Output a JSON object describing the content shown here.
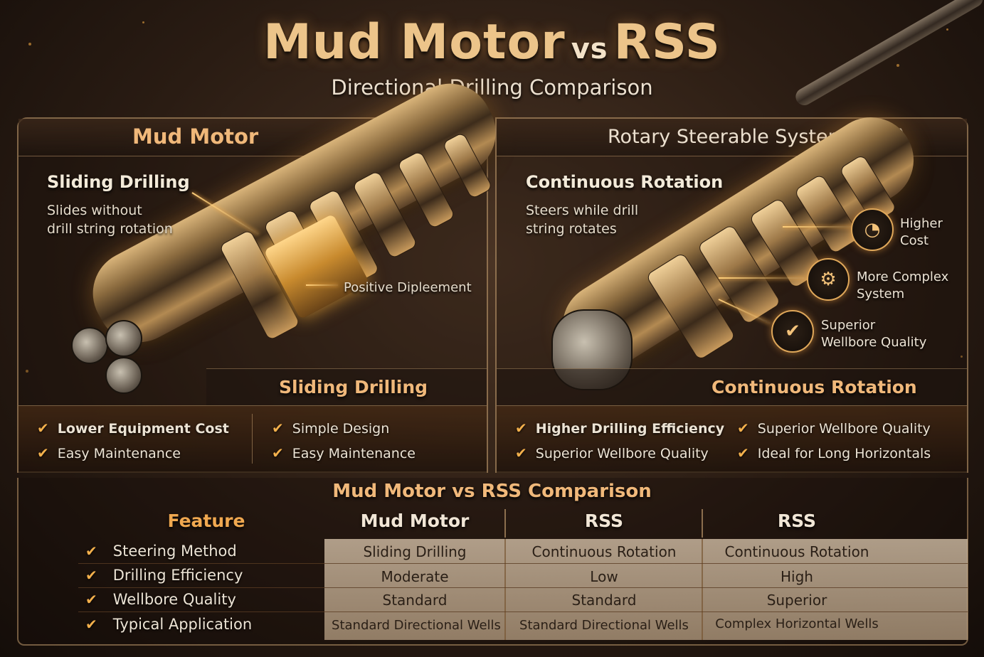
{
  "header": {
    "title_left": "Mud Motor",
    "title_vs": "vs",
    "title_right": "RSS",
    "subtitle": "Directional Drilling Comparison"
  },
  "mud_motor": {
    "heading": "Mud Motor",
    "callout_title": "Sliding Drilling",
    "callout_text_1": "Slides without",
    "callout_text_2": "drill string rotation",
    "leader_label": "Positive Dipleement",
    "footer_label": "Sliding Drilling",
    "benefits": [
      "Lower Equipment Cost",
      "Easy Maintenance",
      "Simple Design",
      "Easy Maintenance"
    ]
  },
  "rss": {
    "heading": "Rotary Steerable System (RSS)",
    "callout_title": "Continuous Rotation",
    "callout_text_1": "Steers while drill",
    "callout_text_2": "string rotates",
    "footer_label": "Continuous Rotation",
    "icons": [
      {
        "icon": "gauge-icon",
        "line1": "Higher",
        "line2": "Cost"
      },
      {
        "icon": "complex-system-icon",
        "line1": "More Complex",
        "line2": "System"
      },
      {
        "icon": "wellbore-quality-icon",
        "line1": "Superior",
        "line2": "Wellbore Quality"
      }
    ],
    "benefits": [
      "Higher Drilling Efficiency",
      "Superior Wellbore Quality",
      "Superior Wellbore Quality",
      "Ideal for Long Horizontals"
    ]
  },
  "comparison": {
    "title": "Mud Motor vs RSS Comparison",
    "headers": [
      "Feature",
      "Mud Motor",
      "RSS",
      "RSS"
    ],
    "rows": [
      [
        "Steering Method",
        "Sliding Drilling",
        "Continuous Rotation",
        "Continuous Rotation"
      ],
      [
        "Drilling Efficiency",
        "Moderate",
        "Low",
        "High"
      ],
      [
        "Wellbore Quality",
        "Standard",
        "Standard",
        "Superior"
      ],
      [
        "Typical Application",
        "Standard Directional Wells",
        "Standard Directional Wells",
        "Complex Horizontal Wells"
      ]
    ]
  },
  "colors": {
    "accent": "#f0b87a",
    "check": "#f3b04c",
    "background": "#2a1c13"
  }
}
